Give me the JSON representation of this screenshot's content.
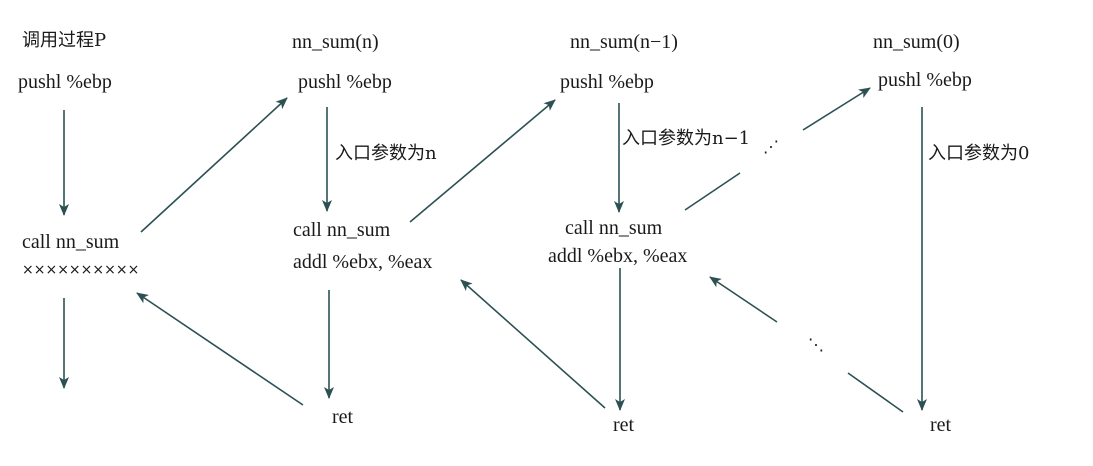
{
  "colors": {
    "arrow": "#2d5153",
    "text": "#1a1a1a"
  },
  "columns": [
    {
      "title": "调用过程P",
      "push": "pushl %ebp",
      "call": "call nn_sum",
      "after_call": "××××××××××"
    },
    {
      "title": "nn_sum(n)",
      "push": "pushl %ebp",
      "param": "入口参数为n",
      "call": "call nn_sum",
      "after_call": "addl %ebx, %eax",
      "ret": "ret"
    },
    {
      "title": "nn_sum(n−1)",
      "push": "pushl %ebp",
      "param": "入口参数为n−1",
      "call": "call nn_sum",
      "after_call": "addl %ebx, %eax",
      "ret": "ret"
    },
    {
      "title": "nn_sum(0)",
      "push": "pushl %ebp",
      "param": "入口参数为0",
      "ret": "ret"
    }
  ],
  "ellipsis": "⋰",
  "ellipsis2": "⋱"
}
